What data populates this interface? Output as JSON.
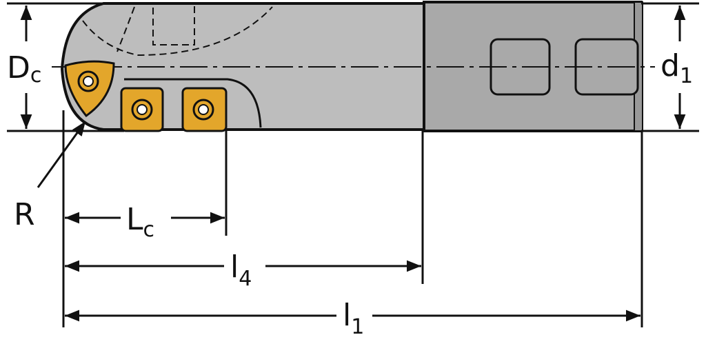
{
  "labels": {
    "dc_main": "D",
    "dc_sub": "c",
    "d1_main": "d",
    "d1_sub": "1",
    "r": "R",
    "lc_main": "L",
    "lc_sub": "c",
    "l4_main": "l",
    "l4_sub": "4",
    "l1_main": "l",
    "l1_sub": "1"
  },
  "colors": {
    "body": "#bdbdbd",
    "shank": "#a9a9a9",
    "insert": "#e3a62b",
    "line": "#111111"
  }
}
